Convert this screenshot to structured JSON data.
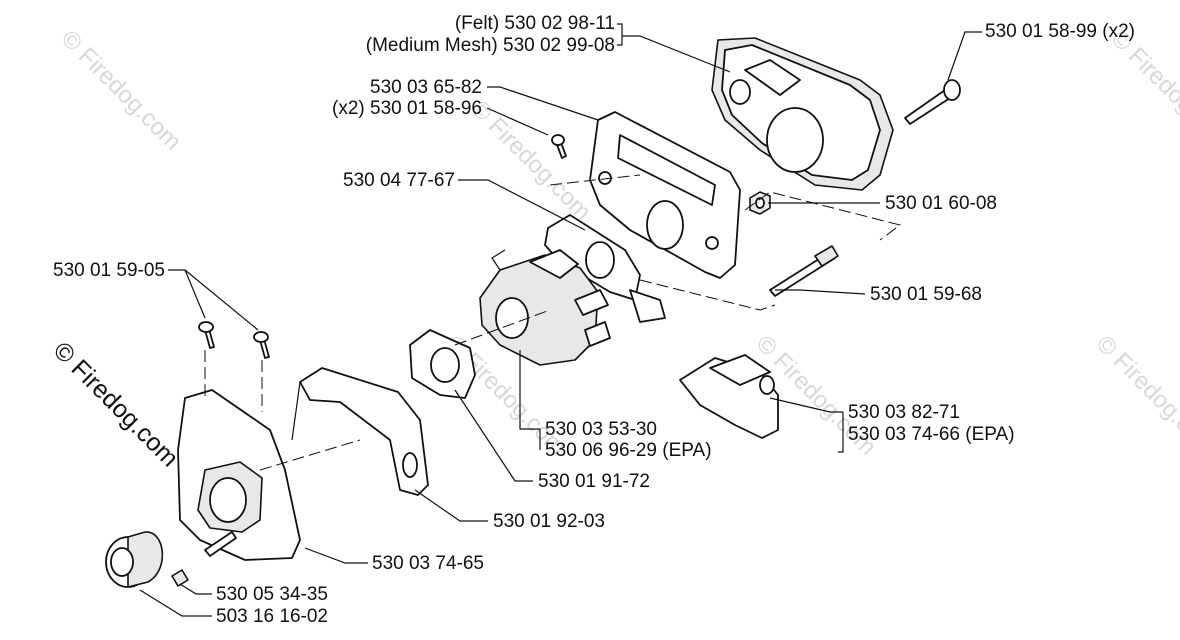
{
  "watermark": {
    "main": "© Firedog.com",
    "faint": "© Firedog.com"
  },
  "labels": {
    "felt": "(Felt) 530 02 98-11",
    "medium_mesh": "(Medium Mesh) 530 02 99-08",
    "screw_x2_top": "530 01 58-99 (x2)",
    "air_filter_holder": "530 03 65-82",
    "screw_x2_holder": "(x2) 530 01 58-96",
    "nut": "530 01 60-08",
    "gasket_holder": "530 04 77-67",
    "stud": "530 01 59-68",
    "screws_intake": "530 01 59-05",
    "carburetor": "530 03 53-30",
    "carburetor_epa": "530 06 96-29 (EPA)",
    "choke": "530 03 82-71",
    "choke_epa": "530 03 74-66 (EPA)",
    "gasket_carb": "530 01 91-72",
    "bracket": "530 01 92-03",
    "intake_housing": "530 03 74-65",
    "sleeve": "530 05 34-35",
    "bushing": "503 16 16-02"
  }
}
